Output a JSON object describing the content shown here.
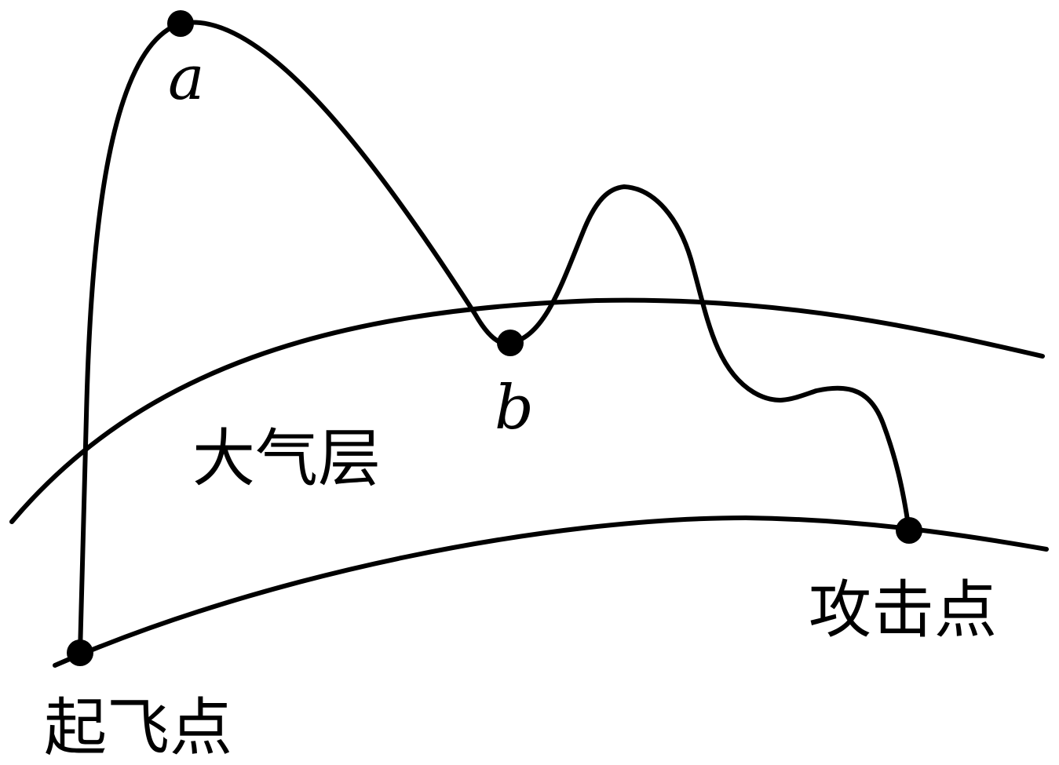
{
  "labels": {
    "point_a": "a",
    "point_b": "b",
    "atmosphere": "大气层",
    "launch_point": "起飞点",
    "strike_point": "攻击点"
  },
  "colors": {
    "stroke": "#000000",
    "background": "#ffffff"
  }
}
